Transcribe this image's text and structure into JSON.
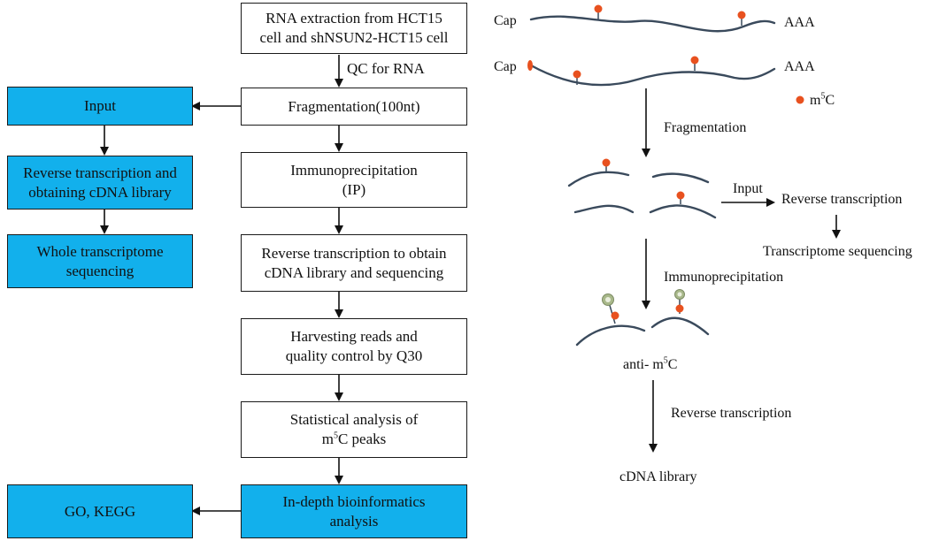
{
  "flowchart": {
    "main": {
      "rna_extraction": "RNA extraction from HCT15\ncell and shNSUN2-HCT15 cell",
      "qc_label": "QC for RNA",
      "fragmentation": "Fragmentation(100nt)",
      "immunoprecipitation": "Immunoprecipitation\n(IP)",
      "reverse_transcription": "Reverse transcription to obtain\ncDNA library and sequencing",
      "harvesting": "Harvesting reads and\nquality control by Q30",
      "statistical_prefix": "Statistical analysis of",
      "statistical_m": "m",
      "statistical_sup": "5",
      "statistical_suffix": "C peaks",
      "bioinformatics": "In-depth bioinformatics\nanalysis"
    },
    "side": {
      "input": "Input",
      "reverse_cdna": "Reverse transcription and\nobtaining cDNA library",
      "whole_transcriptome": "Whole transcriptome\nsequencing",
      "go_kegg": "GO, KEGG"
    }
  },
  "schematic": {
    "cap_1": "Cap",
    "aaa_1": "AAA",
    "cap_2": "Cap",
    "aaa_2": "AAA",
    "legend_m": "m",
    "legend_sup": "5",
    "legend_c": "C",
    "fragmentation": "Fragmentation",
    "input": "Input",
    "reverse_transcription_1": "Reverse transcription",
    "transcriptome_sequencing": "Transcriptome sequencing",
    "immunoprecipitation": "Immunoprecipitation",
    "antibody_prefix": "anti- m",
    "antibody_sup": "5",
    "antibody_suffix": "C",
    "reverse_transcription_2": "Reverse transcription",
    "cdna_library": "cDNA library"
  },
  "colors": {
    "highlight_box": "#12b0ec",
    "rna_strand": "#3a4a5c",
    "methyl_mark": "#e8511f",
    "antibody": "#a8b88a"
  }
}
